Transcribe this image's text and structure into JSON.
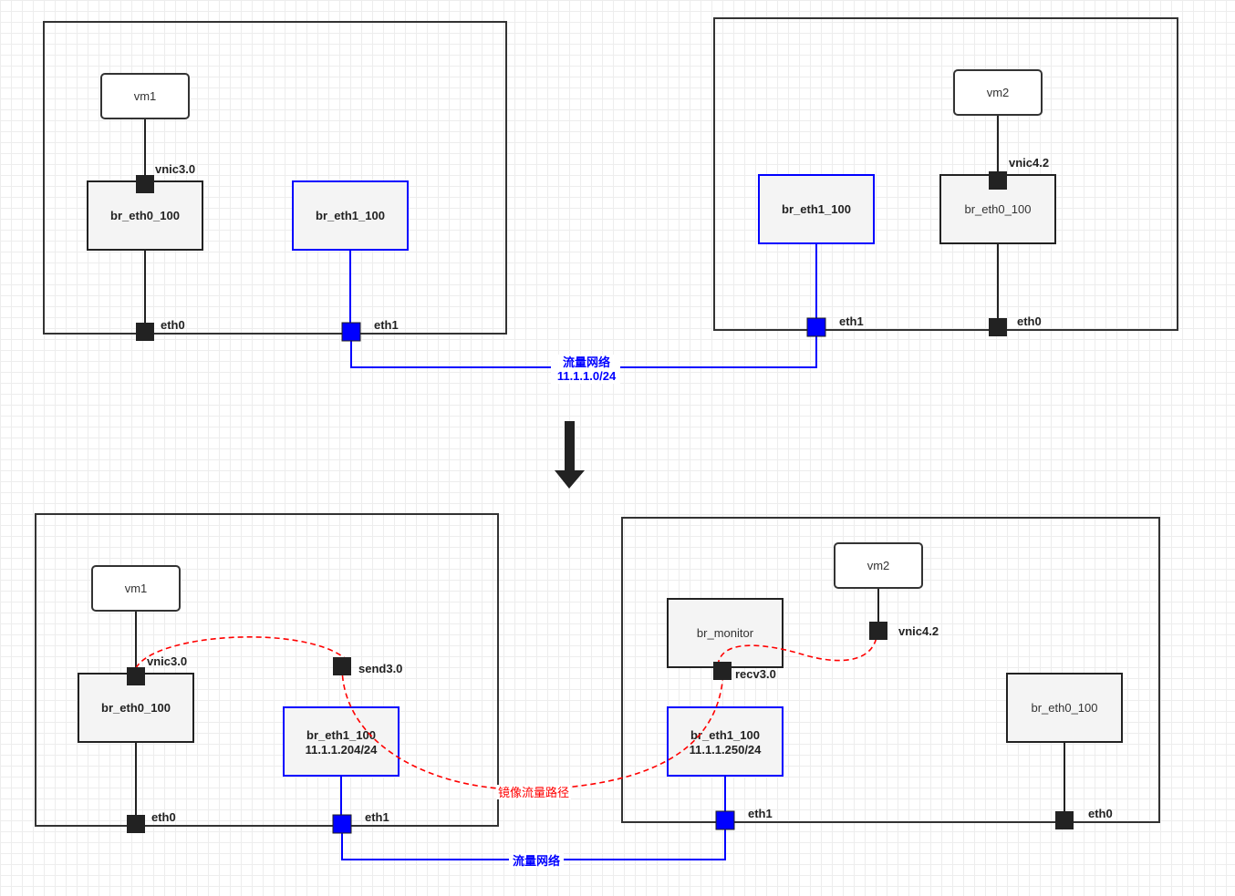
{
  "top": {
    "host1": {
      "vm": "vm1",
      "br_eth0": "br_eth0_100",
      "br_eth1": "br_eth1_100",
      "vnic": "vnic3.0",
      "eth0": "eth0",
      "eth1": "eth1"
    },
    "host2": {
      "vm": "vm2",
      "br_eth1": "br_eth1_100",
      "br_eth0": "br_eth0_100",
      "vnic": "vnic4.2",
      "eth0": "eth0",
      "eth1": "eth1"
    },
    "network_label": "流量网络",
    "network_cidr": "11.1.1.0/24"
  },
  "bottom": {
    "host1": {
      "vm": "vm1",
      "br_eth0": "br_eth0_100",
      "br_eth1": "br_eth1_100",
      "br_eth1_ip": "11.1.1.204/24",
      "vnic": "vnic3.0",
      "send": "send3.0",
      "eth0": "eth0",
      "eth1": "eth1"
    },
    "host2": {
      "vm": "vm2",
      "br_monitor": "br_monitor",
      "br_eth1": "br_eth1_100",
      "br_eth1_ip": "11.1.1.250/24",
      "br_eth0": "br_eth0_100",
      "vnic": "vnic4.2",
      "recv": "recv3.0",
      "eth0": "eth0",
      "eth1": "eth1"
    },
    "network_label": "流量网络",
    "mirror_label": "镜像流量路径"
  },
  "colors": {
    "blue": "#0000ff",
    "port_black": "#222222",
    "mirror_red": "#ff0000",
    "box_fill": "#f4f4f4"
  }
}
